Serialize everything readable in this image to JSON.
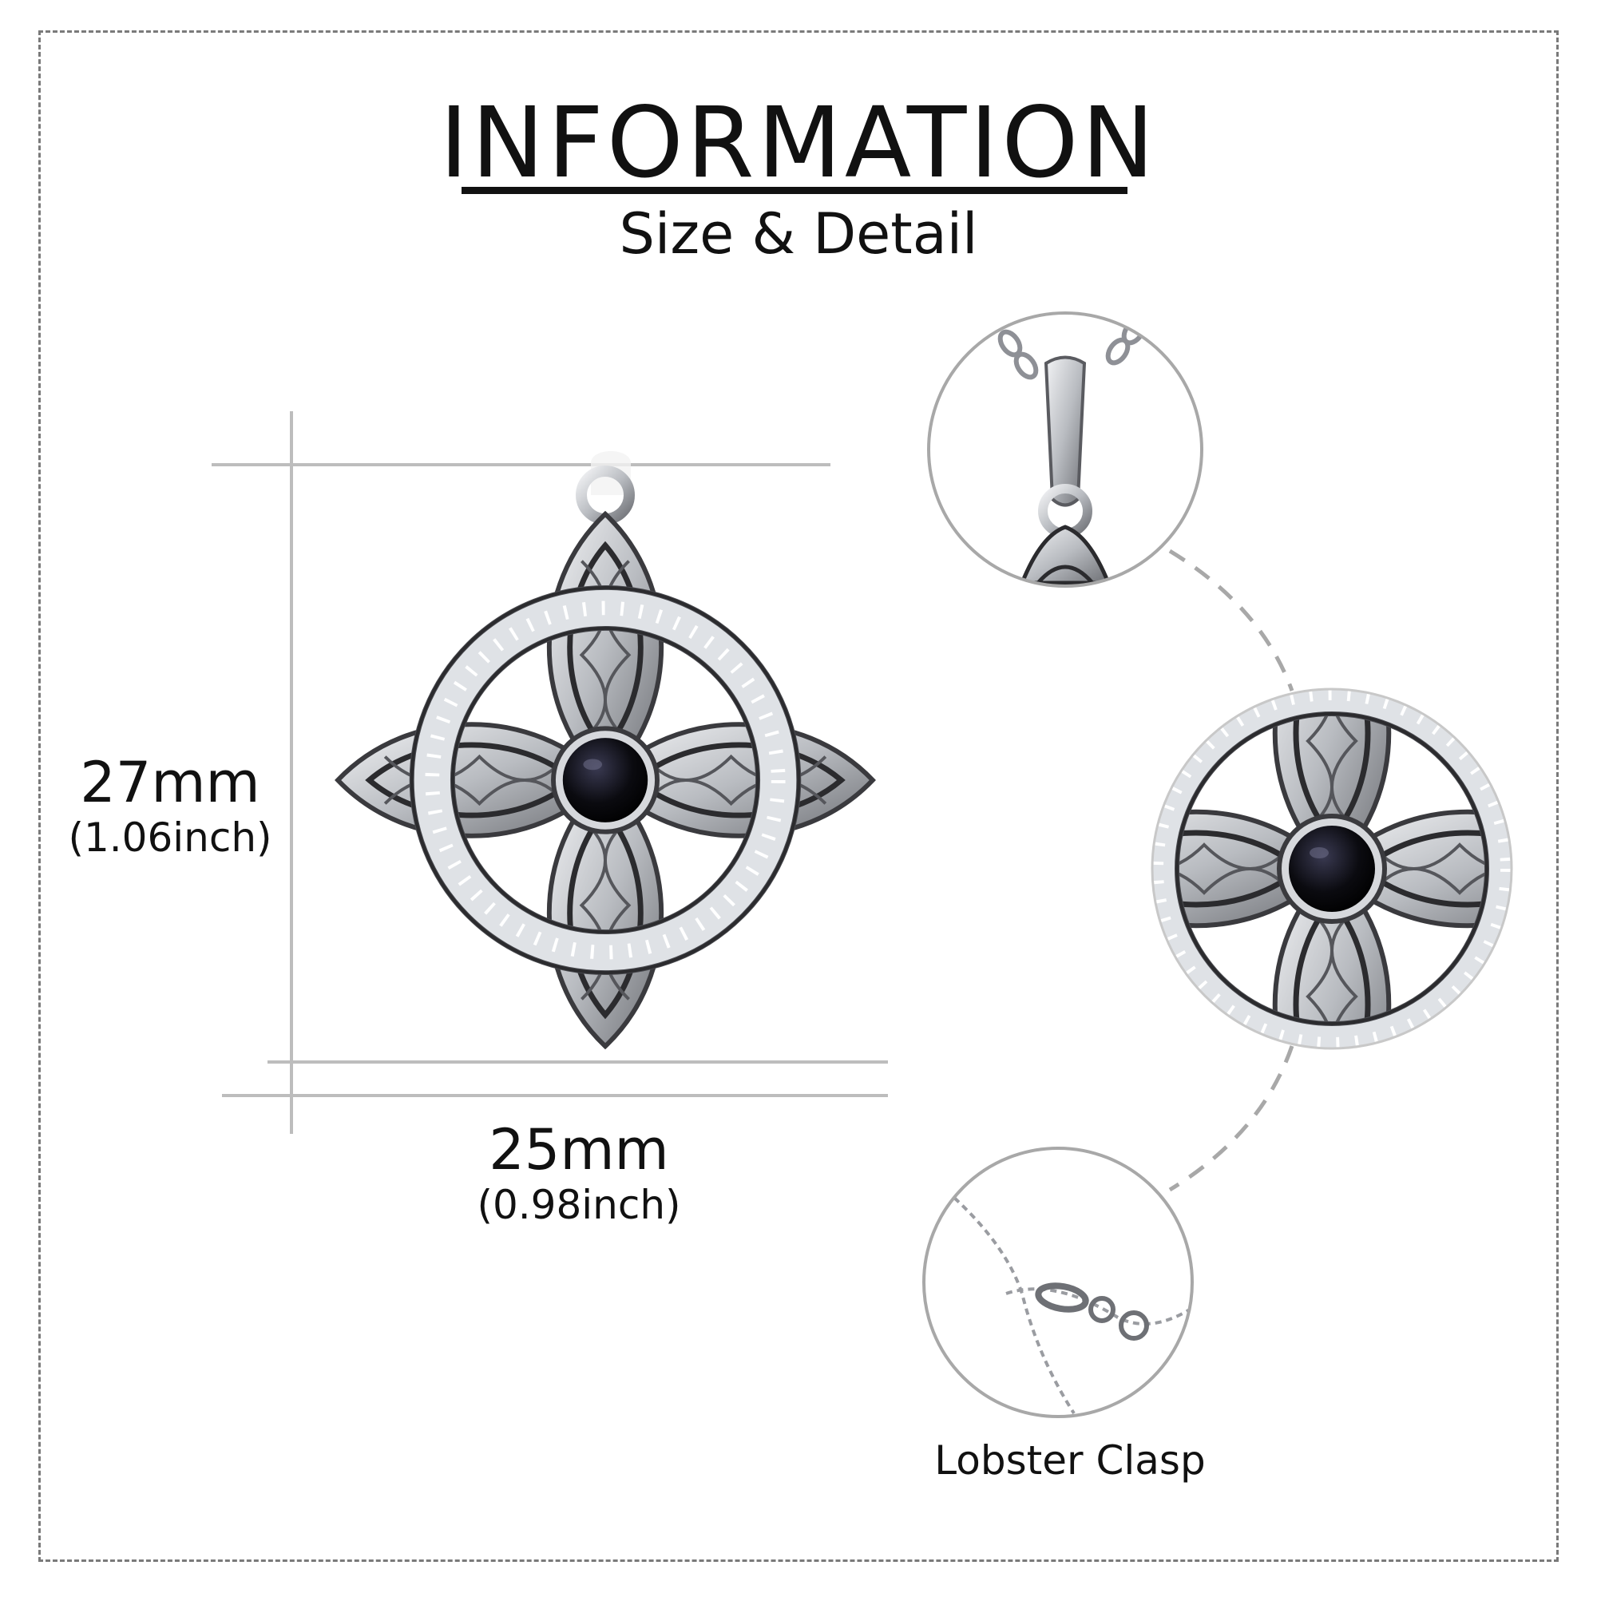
{
  "header": {
    "title": "INFORMATION",
    "subtitle": "Size & Detail"
  },
  "dimensions": {
    "height": {
      "value": "27mm",
      "alt": "(1.06inch)"
    },
    "width": {
      "value": "25mm",
      "alt": "(0.98inch)"
    }
  },
  "details": {
    "items": [
      {
        "name": "bail-detail"
      },
      {
        "name": "center-detail"
      },
      {
        "name": "clasp-detail",
        "caption": "Lobster Clasp"
      }
    ]
  },
  "colors": {
    "silver": "#c9ccd0",
    "dark_metal": "#2b2b2e",
    "stone": "#0b0b10",
    "guide_line": "#bdbdbd",
    "circle_border": "#a8a8a8"
  }
}
